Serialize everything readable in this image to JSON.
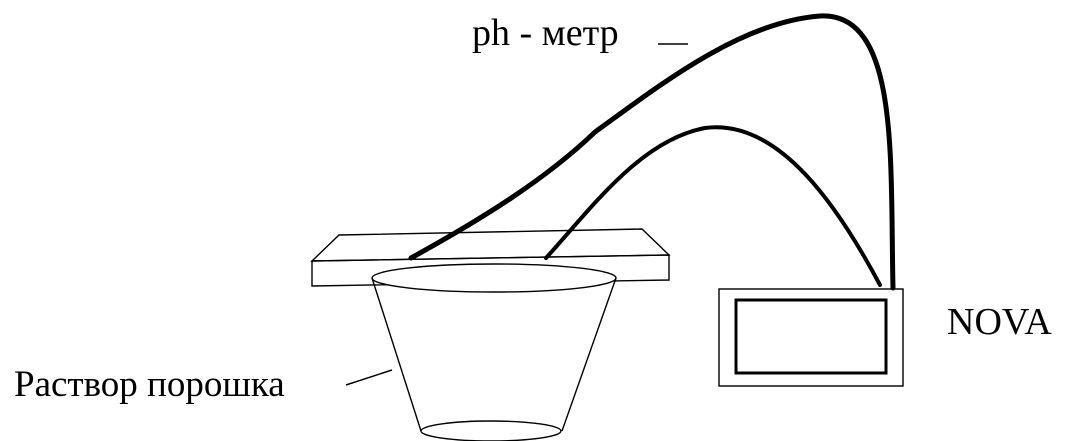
{
  "labels": {
    "ph_meter": "ph - метр",
    "device": "NOVA",
    "solution": "Раствор порошка"
  },
  "colors": {
    "ink": "#000000",
    "background": "#ffffff"
  }
}
